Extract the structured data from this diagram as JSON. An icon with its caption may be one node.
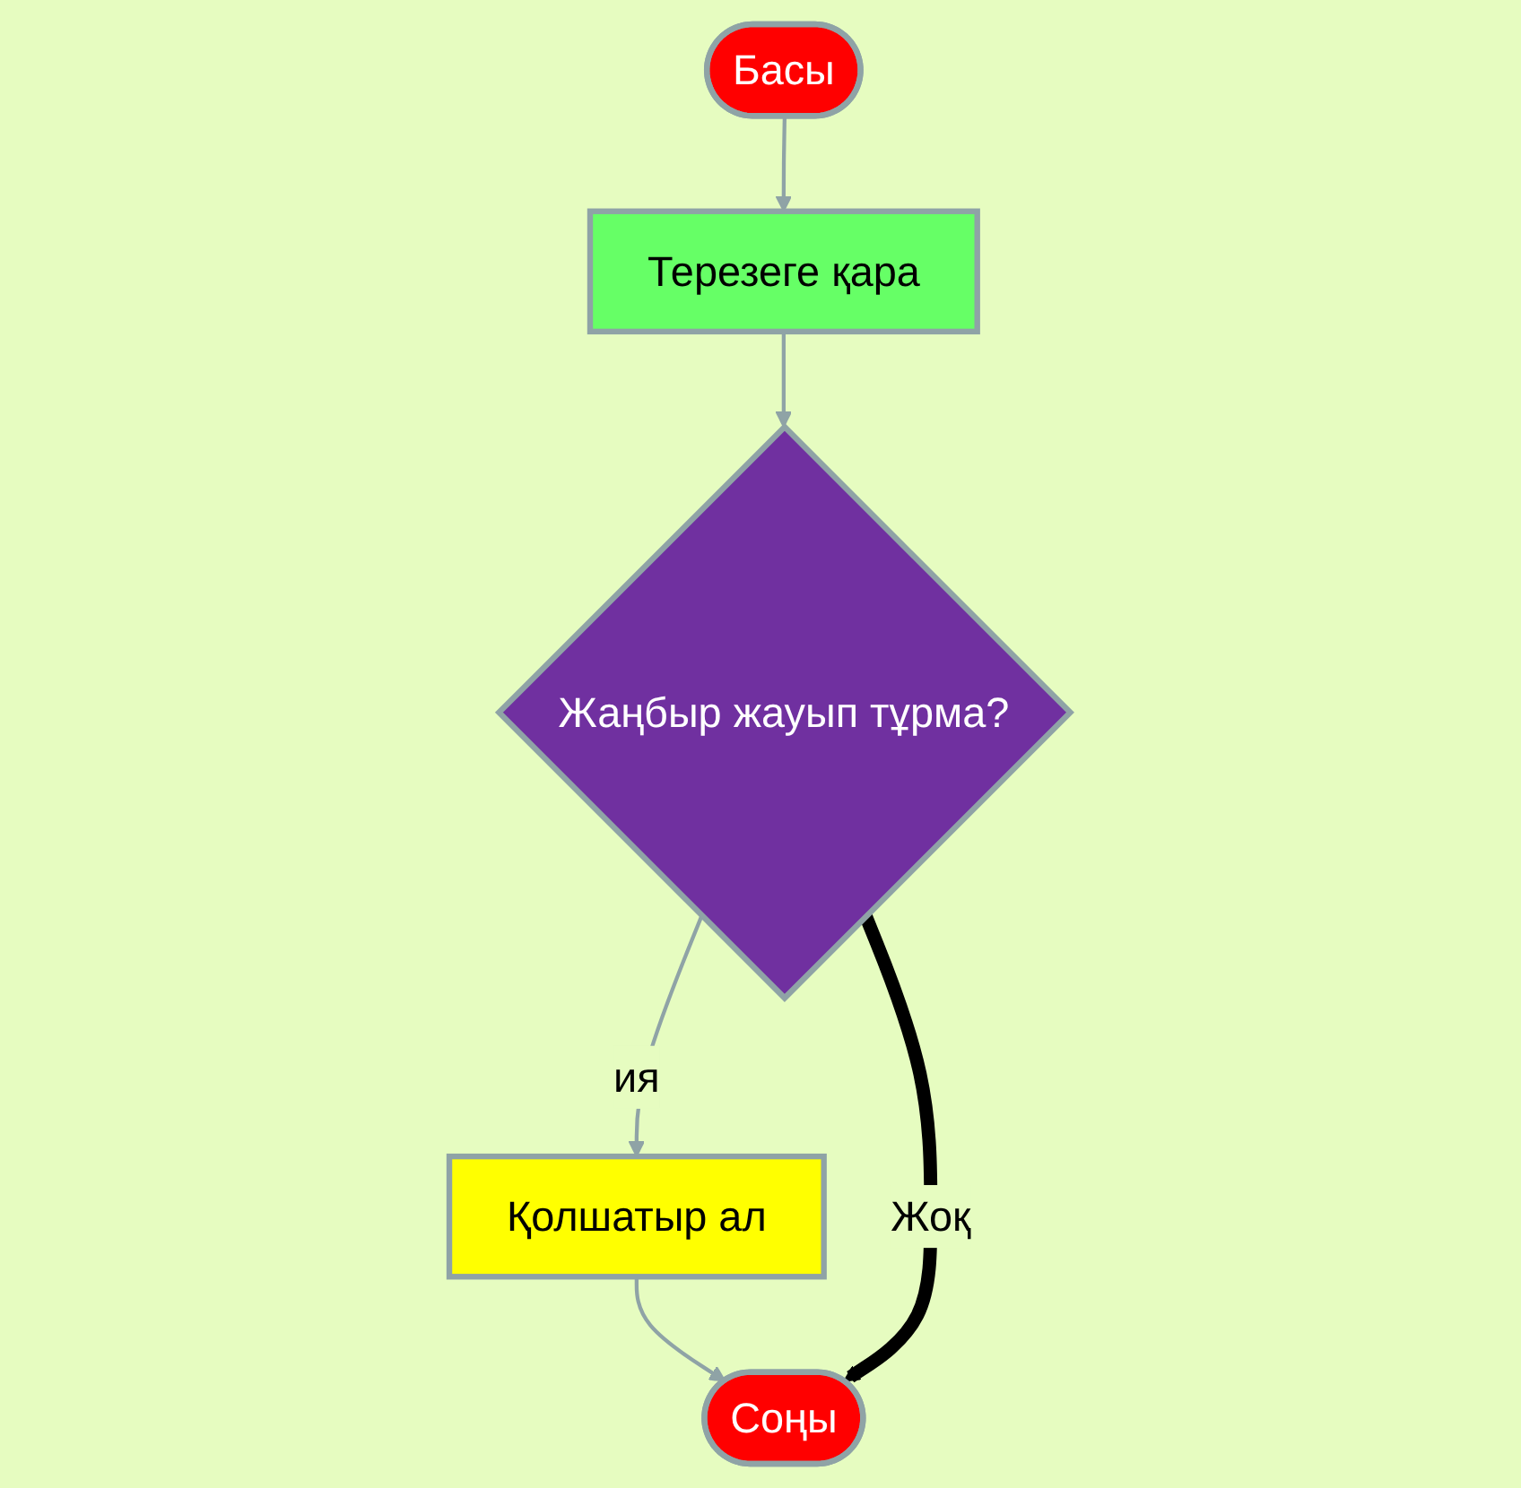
{
  "diagram": {
    "nodes": [
      {
        "text": [
          "Басы"
        ]
      },
      {
        "text": [
          "Терезеге қара"
        ]
      },
      {
        "text": [
          "Жаңбыр жауып тұрма?"
        ]
      },
      {
        "text": [
          "Қолшатыр ал"
        ]
      },
      {
        "text": [
          "Соңы"
        ]
      }
    ],
    "edges": [
      {
        "from": 0,
        "to": 1,
        "arrow": "to"
      },
      {
        "from": 1,
        "to": 2,
        "arrow": "to"
      },
      {
        "from": 2,
        "to": 3,
        "label": "ия",
        "arrow": "to"
      },
      {
        "from": 3,
        "to": 4,
        "arrow": "to"
      },
      {
        "from": 2,
        "to": 4,
        "label": "Жоқ",
        "arrow": "to",
        "style": "thick",
        "color": "#000000"
      }
    ]
  }
}
